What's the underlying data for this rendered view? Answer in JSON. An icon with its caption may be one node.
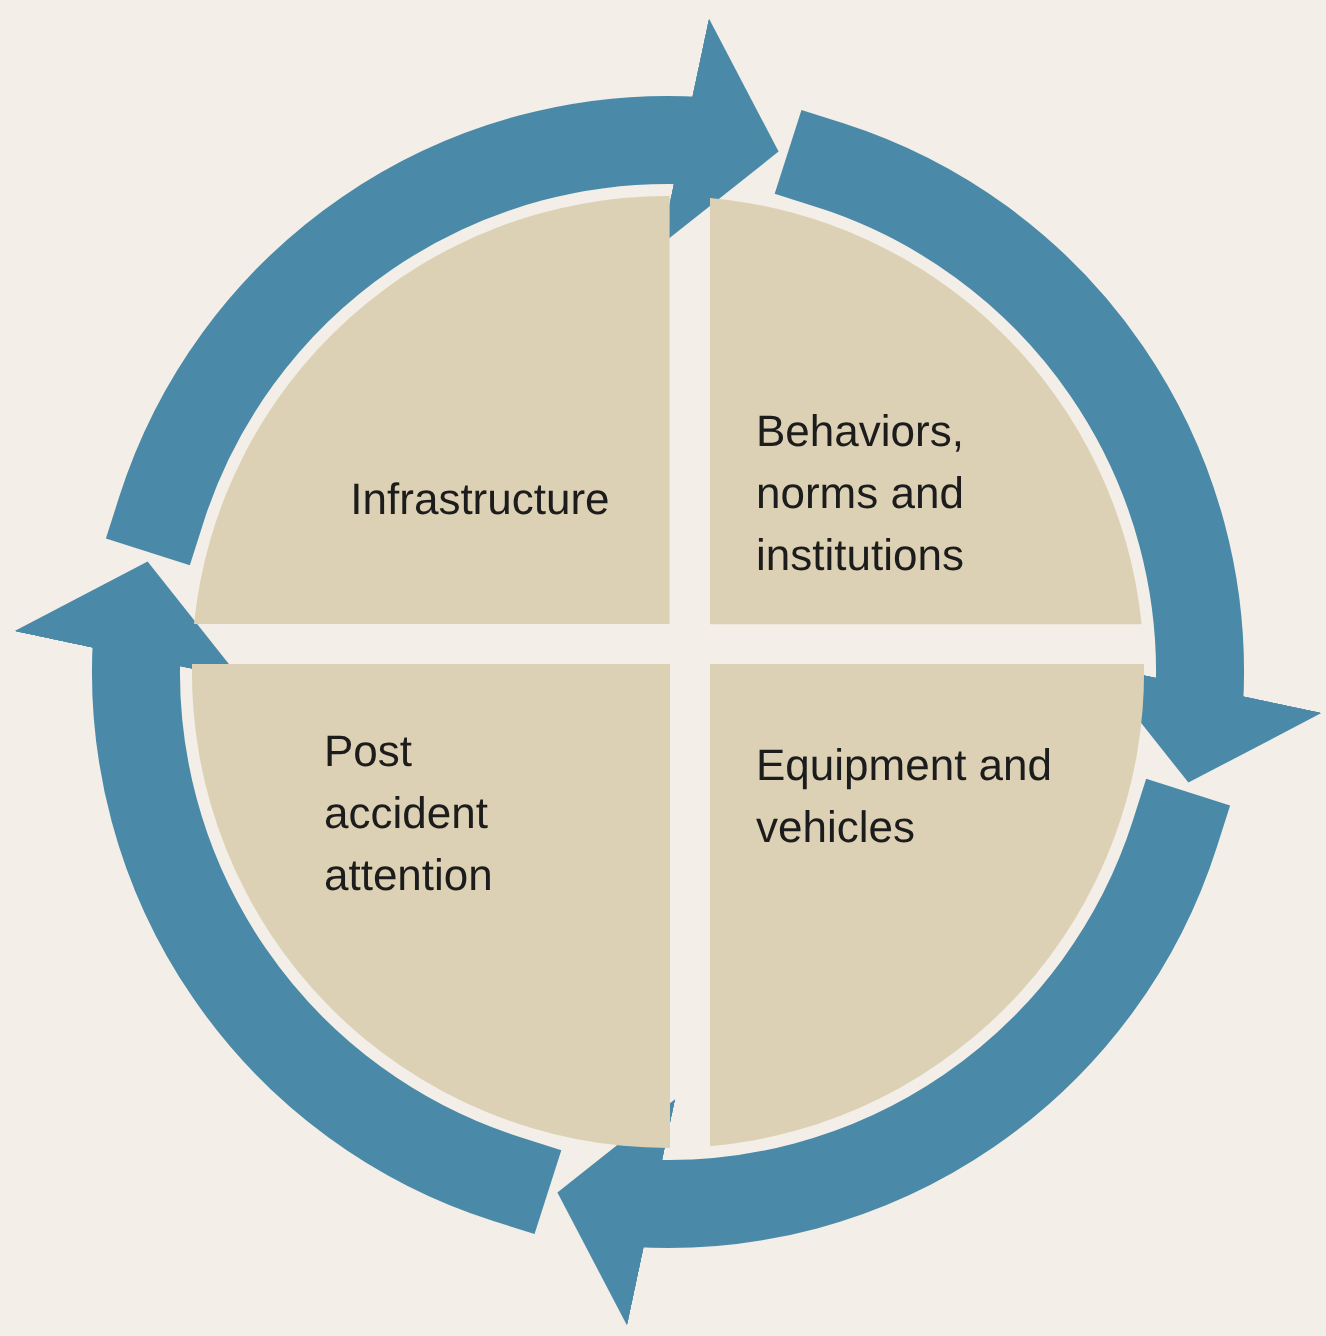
{
  "diagram": {
    "nodes": [
      {
        "text": [
          "Infrastructure"
        ]
      },
      {
        "text": [
          "Behaviors, norms and institutions"
        ]
      },
      {
        "text": [
          "Post accident attention"
        ]
      },
      {
        "text": [
          "Equipment and vehicles"
        ]
      }
    ],
    "edges": [
      {
        "from": 0,
        "to": 1,
        "arrow": "to"
      },
      {
        "from": 1,
        "to": 3,
        "arrow": "to"
      },
      {
        "from": 3,
        "to": 2,
        "arrow": "to"
      },
      {
        "from": 2,
        "to": 0,
        "arrow": "to"
      }
    ]
  }
}
